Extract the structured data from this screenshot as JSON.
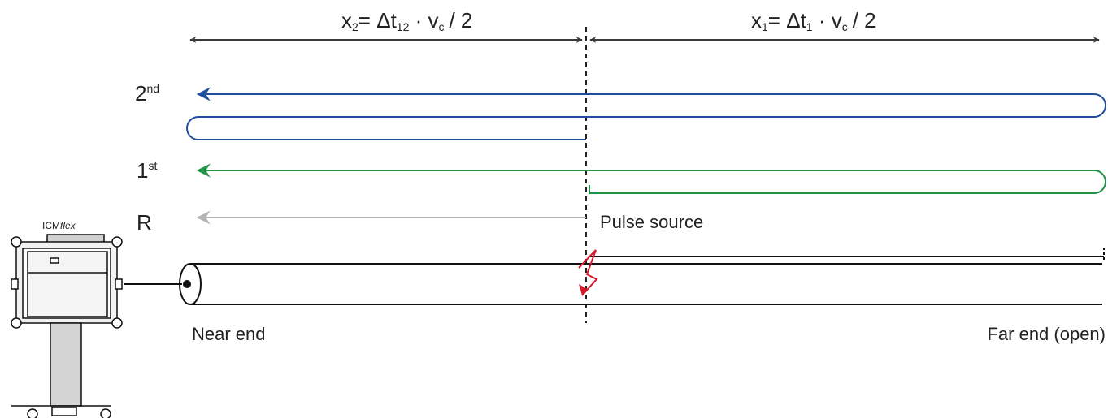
{
  "distances": {
    "x2": {
      "var": "x",
      "var_sub": "2",
      "eq": "= Δt",
      "t_sub": "12",
      "mid": " · v",
      "v_sub": "c",
      "tail": "/ 2"
    },
    "x1": {
      "var": "x",
      "var_sub": "1",
      "eq": "= Δt",
      "t_sub": "1",
      "mid": " · v",
      "v_sub": "c",
      "tail": "/ 2"
    }
  },
  "reflections": {
    "second": {
      "base": "2",
      "sup": "nd",
      "color": "#1f4e9c"
    },
    "first": {
      "base": "1",
      "sup": "st",
      "color": "#1e9444"
    },
    "reference": {
      "base": "R",
      "color": "#b4b4b4"
    }
  },
  "fault": {
    "label": "Pulse source",
    "color": "#d7192b"
  },
  "cable": {
    "near_end_label": "Near end",
    "far_end_label": "Far end (open)"
  },
  "device": {
    "name_prefix": "ICM",
    "name_italic": "flex"
  }
}
